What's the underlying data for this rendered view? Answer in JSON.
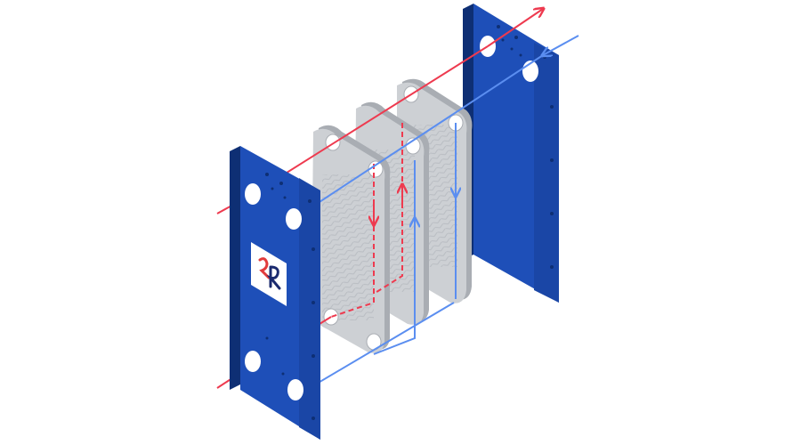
{
  "diagram": {
    "colors": {
      "frame_face": "#1e4fb8",
      "frame_edge": "#123a8c",
      "frame_dark": "#0e2f74",
      "plate_face": "#cdd0d4",
      "plate_edge": "#a9adb3",
      "plate_ridge": "#b9bdc2",
      "hot_flow": "#ee3a4f",
      "cold_flow": "#5b8ef0",
      "logo_bg": "#ffffff",
      "logo_red": "#e23b3b",
      "logo_blue": "#1a2a6e"
    },
    "elements": [
      {
        "name": "fixed-pressure-plate",
        "kind": "frame-plate"
      },
      {
        "name": "movable-pressure-plate",
        "kind": "frame-plate"
      },
      {
        "name": "heat-transfer-plate",
        "kind": "gasketed-plate",
        "count": 3
      },
      {
        "name": "hot-flow-path",
        "kind": "flow",
        "style": "red"
      },
      {
        "name": "cold-flow-path",
        "kind": "flow",
        "style": "blue"
      },
      {
        "name": "brand-logo",
        "kind": "logo"
      }
    ]
  }
}
